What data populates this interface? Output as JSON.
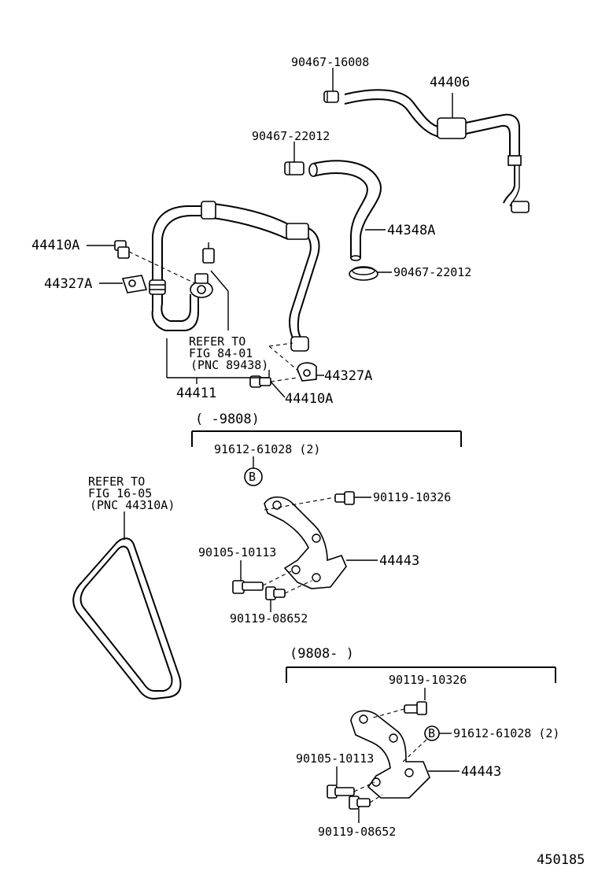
{
  "labels": {
    "p90467_16008": "90467-16008",
    "p44406": "44406",
    "p90467_22012_a": "90467-22012",
    "p44348A": "44348A",
    "p90467_22012_b": "90467-22012",
    "p44410A_left": "44410A",
    "p44327A_left": "44327A",
    "refer_84_line1": "REFER TO",
    "refer_84_line2": "FIG 84-01",
    "refer_84_line3": "(PNC 89438)",
    "p44411": "44411",
    "p44327A_right": "44327A",
    "p44410A_right": "44410A",
    "range_upper": "(      -9808)",
    "u_91612": "91612-61028 (2)",
    "u_marker": "B",
    "u_90119_10326": "90119-10326",
    "u_90105": "90105-10113",
    "u_44443": "44443",
    "u_90119_08652": "90119-08652",
    "refer_16_line1": "REFER TO",
    "refer_16_line2": "FIG 16-05",
    "refer_16_line3": "(PNC 44310A)",
    "range_lower": "(9808-      )",
    "l_90119_10326": "90119-10326",
    "l_marker": "B",
    "l_91612": "91612-61028 (2)",
    "l_90105": "90105-10113",
    "l_44443": "44443",
    "l_90119_08652": "90119-08652",
    "diagram_id": "450185"
  }
}
